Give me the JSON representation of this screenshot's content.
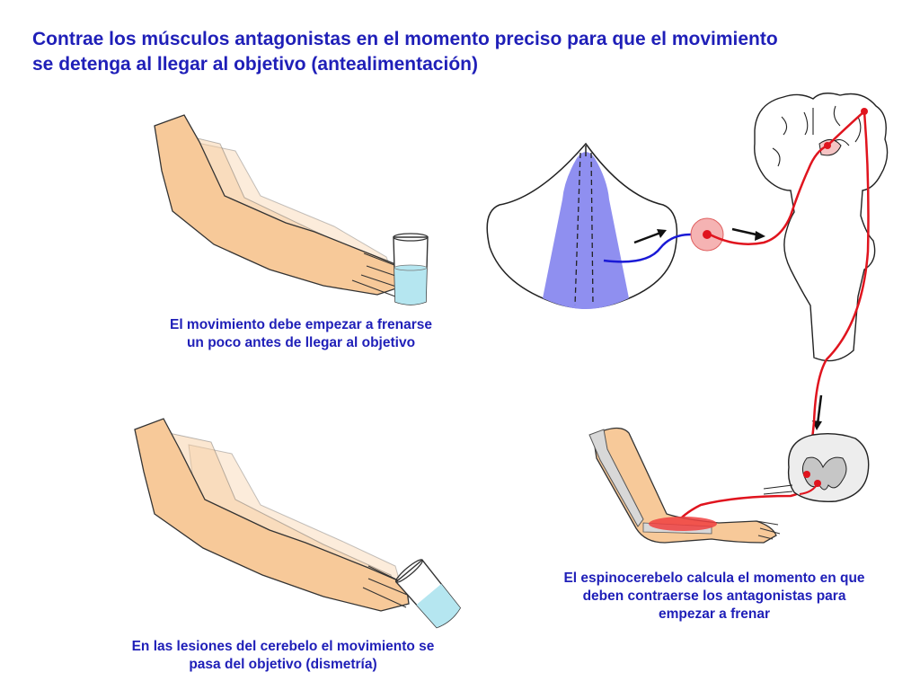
{
  "title": {
    "line1": "Contrae los músculos antagonistas en el momento preciso para que el movimiento",
    "line2": "se detenga al llegar al objetivo (antealimentación)"
  },
  "captions": {
    "top_left_line1": "El movimiento debe empezar a frenarse",
    "top_left_line2": "un poco antes de llegar al objetivo",
    "bottom_left_line1": "En las lesiones del cerebelo el movimiento se",
    "bottom_left_line2": "pasa del objetivo (dismetría)",
    "bottom_right_line1": "El espinocerebelo calcula el momento en que",
    "bottom_right_line2": "deben contraerse los antagonistas para",
    "bottom_right_line3": "empezar a frenar"
  },
  "colors": {
    "title_text": "#1f1fb8",
    "skin": "#f7c999",
    "skin_outline": "#333333",
    "water": "#b5e6f0",
    "cerebellum_zone": "#8f8ff0",
    "pathway_red": "#e0141e",
    "pathway_blue": "#1a1ad6",
    "muscle": "#f04040"
  },
  "icons": [
    "arm-reach-figure",
    "water-glass",
    "tipped-glass",
    "cerebellum-section",
    "brain-outline",
    "spinal-cord-section",
    "arm-muscle-figure",
    "arrow"
  ]
}
